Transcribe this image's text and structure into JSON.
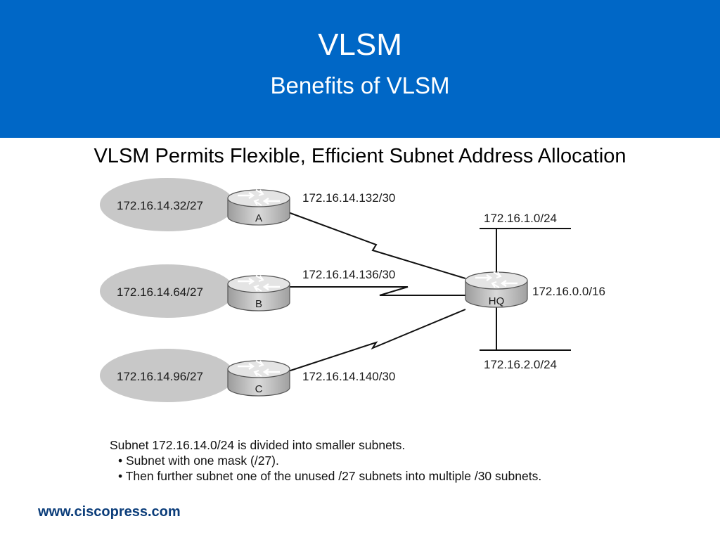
{
  "header": {
    "title": "VLSM",
    "subtitle": "Benefits of VLSM",
    "background_color": "#0067c6"
  },
  "figure_title": "VLSM Permits Flexible, Efficient Subnet Address Allocation",
  "diagram": {
    "routers": [
      {
        "label": "A",
        "lan": "172.16.14.32/27",
        "wan": "172.16.14.132/30"
      },
      {
        "label": "B",
        "lan": "172.16.14.64/27",
        "wan": "172.16.14.136/30"
      },
      {
        "label": "C",
        "lan": "172.16.14.96/27",
        "wan": "172.16.14.140/30"
      }
    ],
    "hq": {
      "label": "HQ",
      "network": "172.16.0.0/16",
      "top_lan": "172.16.1.0/24",
      "bottom_lan": "172.16.2.0/24"
    },
    "colors": {
      "lan_ellipse": "#c8c8c8",
      "router_body": "#bdbdbd",
      "router_top": "#e4e4e4"
    },
    "icons": [
      "router-icon",
      "serial-link-icon"
    ]
  },
  "caption": {
    "line1": "Subnet 172.16.14.0/24 is divided into smaller subnets.",
    "bullet1": "• Subnet with one mask (/27).",
    "bullet2": "• Then further subnet one of the unused /27 subnets into multiple /30 subnets."
  },
  "footer": "www.ciscopress.com"
}
